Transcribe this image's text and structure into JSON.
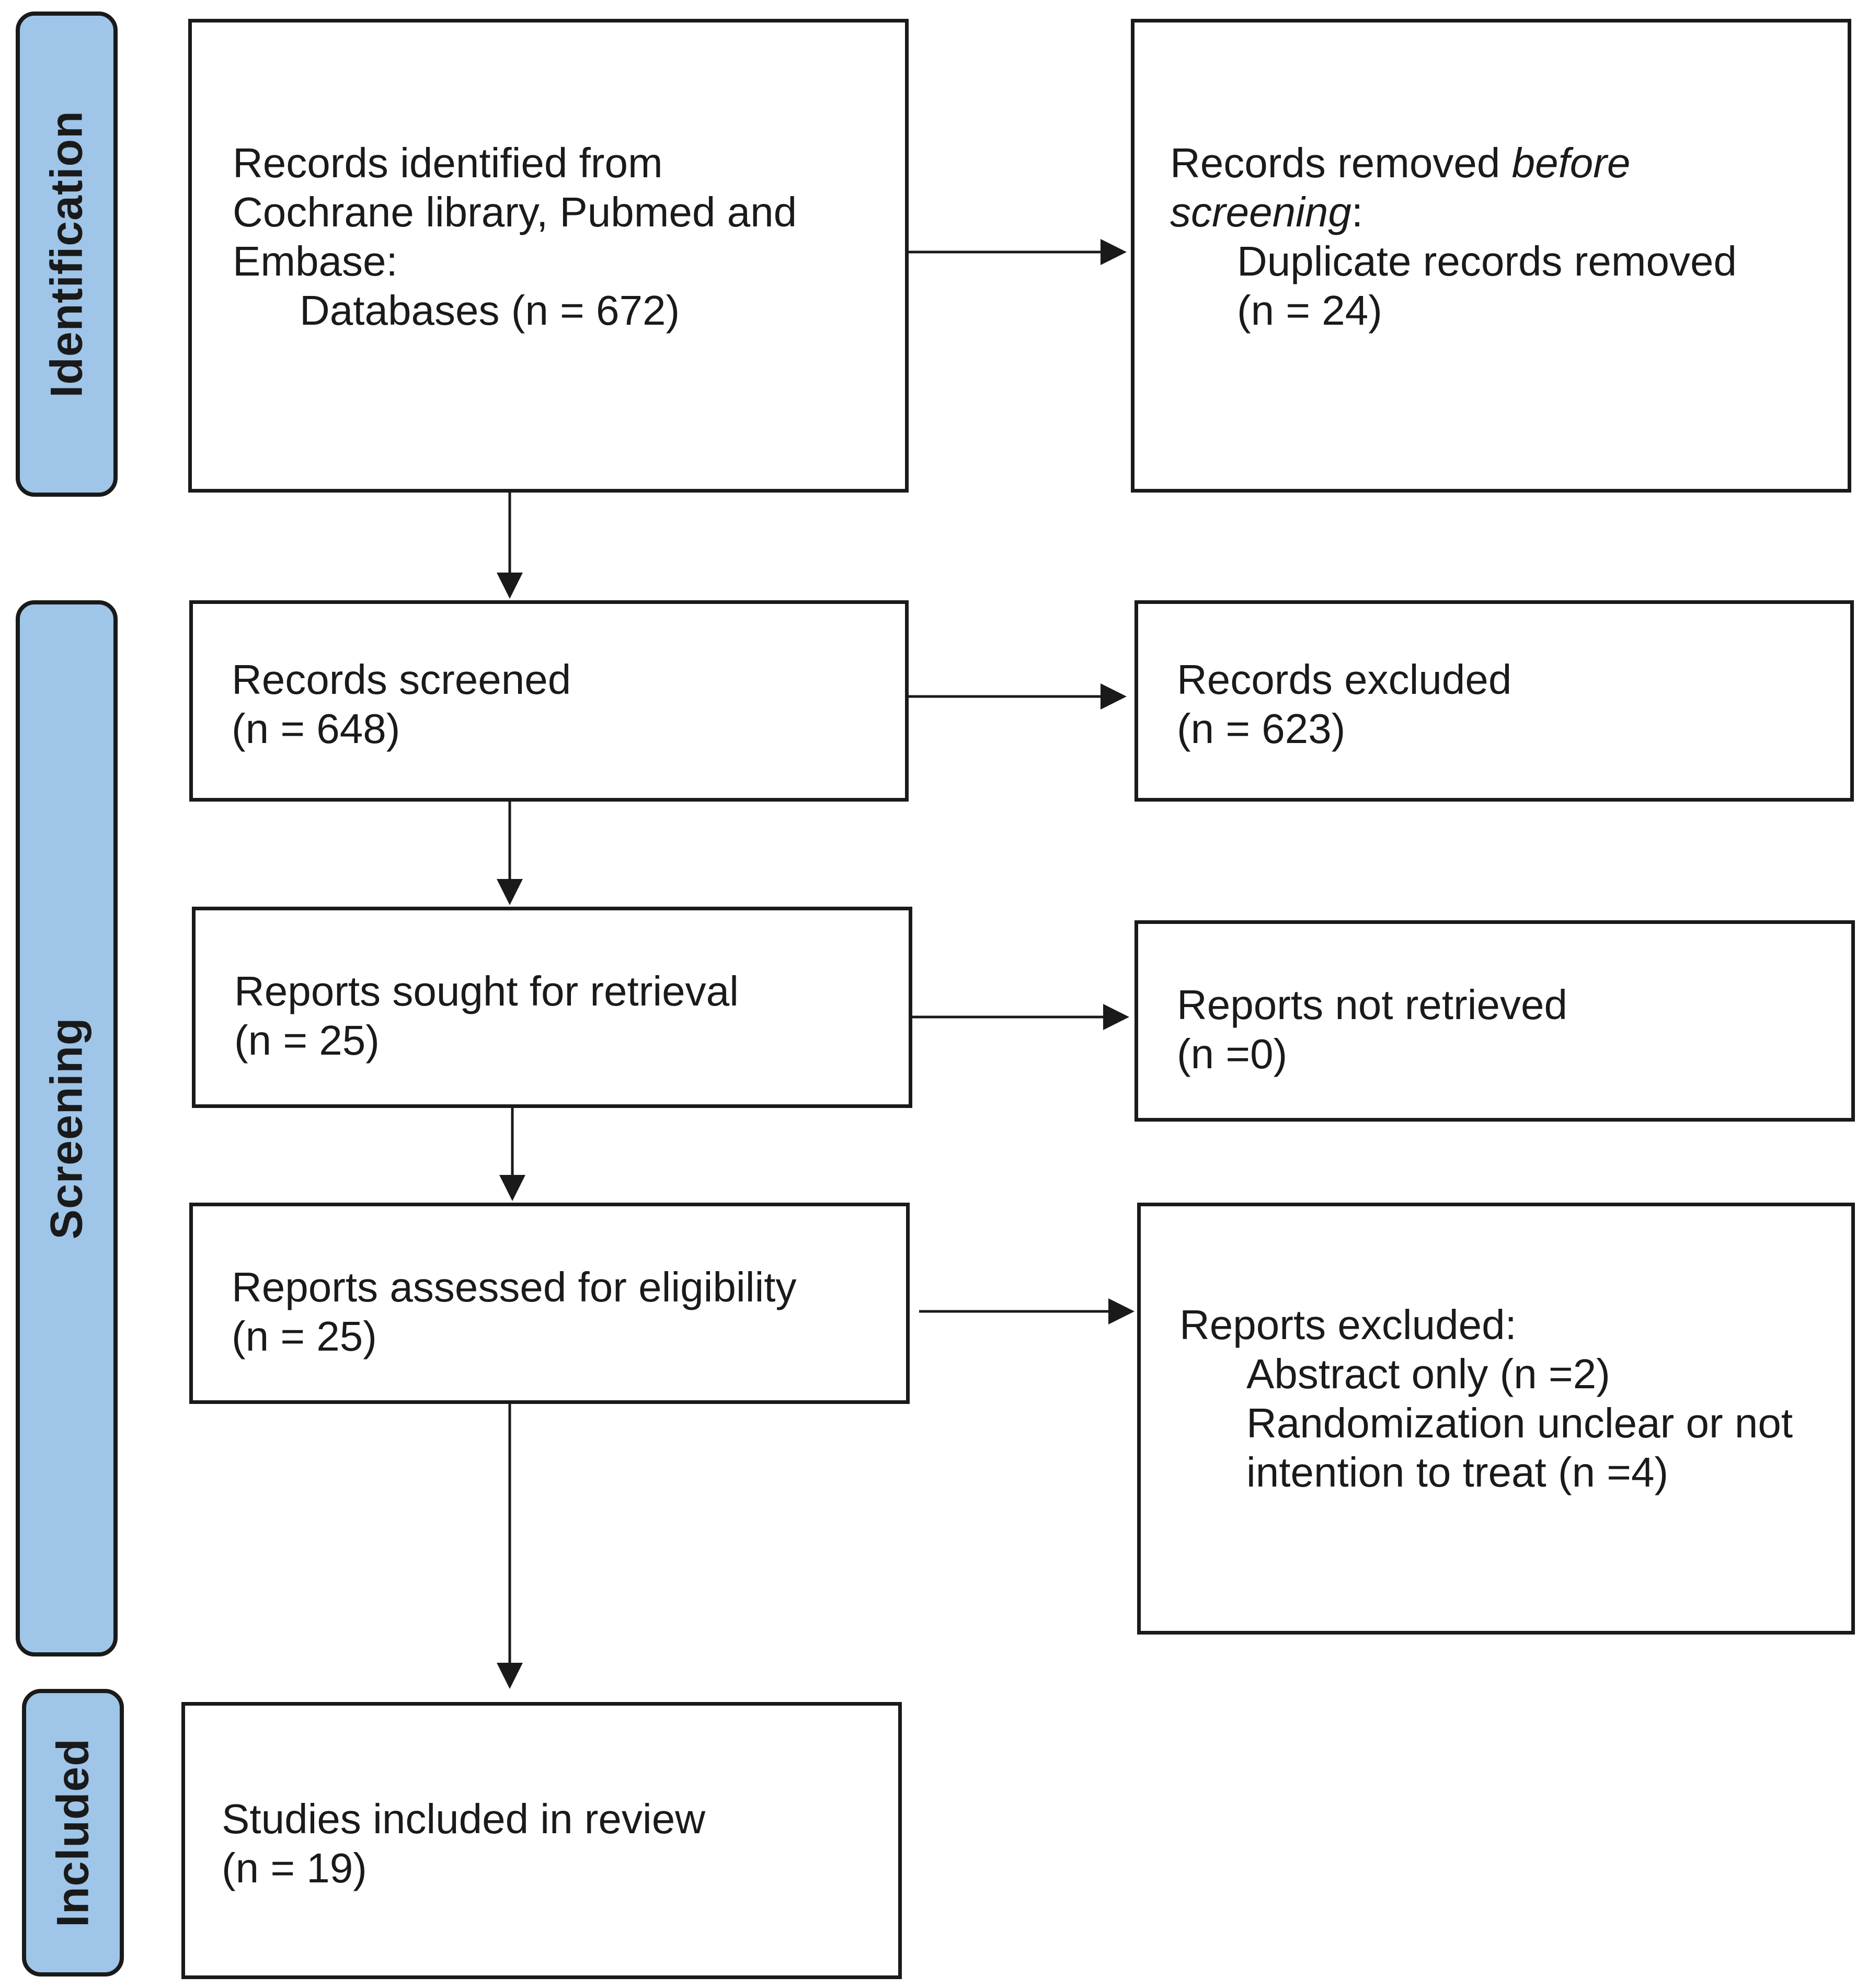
{
  "phases": {
    "identification": "Identification",
    "screening": "Screening",
    "included": "Included"
  },
  "identified": {
    "line1": "Records identified from",
    "line2": "Cochrane library, Pubmed and",
    "line3": "Embase:",
    "line4": "Databases (n =  672)"
  },
  "removed": {
    "prefix": "Records removed ",
    "italic1": "before",
    "italic2": "screening",
    "suffix": ":",
    "line3": "Duplicate records removed",
    "line4": "(n = 24)"
  },
  "screened": {
    "line1": "Records screened",
    "line2": "(n = 648)"
  },
  "excluded": {
    "line1": "Records excluded",
    "line2": "(n =  623)"
  },
  "sought": {
    "line1": "Reports sought for retrieval",
    "line2": "(n = 25)"
  },
  "not_retrieved": {
    "line1": "Reports not retrieved",
    "line2": "(n =0)"
  },
  "assessed": {
    "line1": "Reports assessed for eligibility",
    "line2": "(n = 25)"
  },
  "reports_excluded": {
    "line1": "Reports excluded:",
    "line2": "Abstract only (n =2)",
    "line3": "Randomization unclear or not",
    "line4": "intention to treat (n =4)"
  },
  "included": {
    "line1": "Studies included in review",
    "line2": "(n = 19)"
  }
}
